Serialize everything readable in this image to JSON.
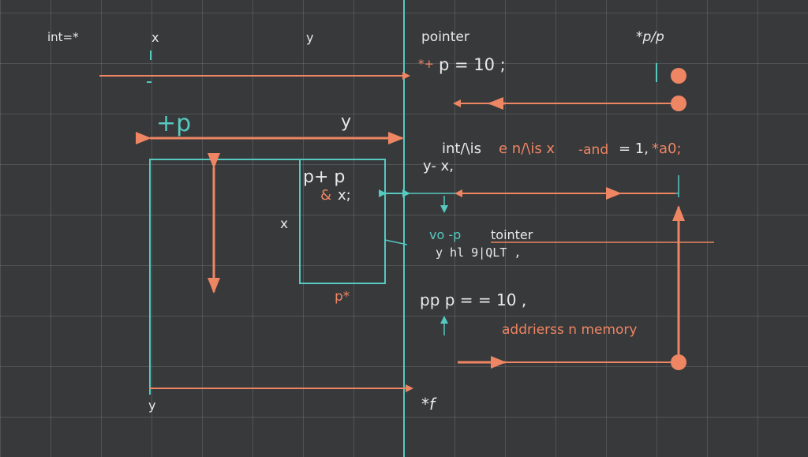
{
  "colors": {
    "background": "#38393b",
    "grid": "#55585c",
    "orange": "#ee8563",
    "teal": "#56c9c0",
    "text": "#e9e9e9"
  },
  "labels": {
    "int_star": "int=*",
    "x_top": "x",
    "y_top": "y",
    "pointer": "pointer",
    "star_p_p": "*p/p",
    "star_p_eq": "p = 10 ;",
    "star_p_eq_prefix": "*+",
    "plus_p": "+p",
    "y_mid": "y",
    "code_line_a": "int/\\is",
    "code_line_b": "e n/\\is x",
    "code_line_c": "-and",
    "code_line_d": "= 1,",
    "code_line_e": "*a0;",
    "y_x": "y- x,",
    "p_plus_p": "p+ p",
    "amp_x": "&",
    "amp_x_b": "x;",
    "x_left": "x",
    "vo_p": "vo -p",
    "tointer": "tointer",
    "y_hl": "y  hl  9|QLT ,",
    "p_star": "p*",
    "pp_eq": "pp  p = =  10 ,",
    "address": "addrierss  n  memory",
    "y_bottom": "y",
    "star_f": "*f"
  }
}
